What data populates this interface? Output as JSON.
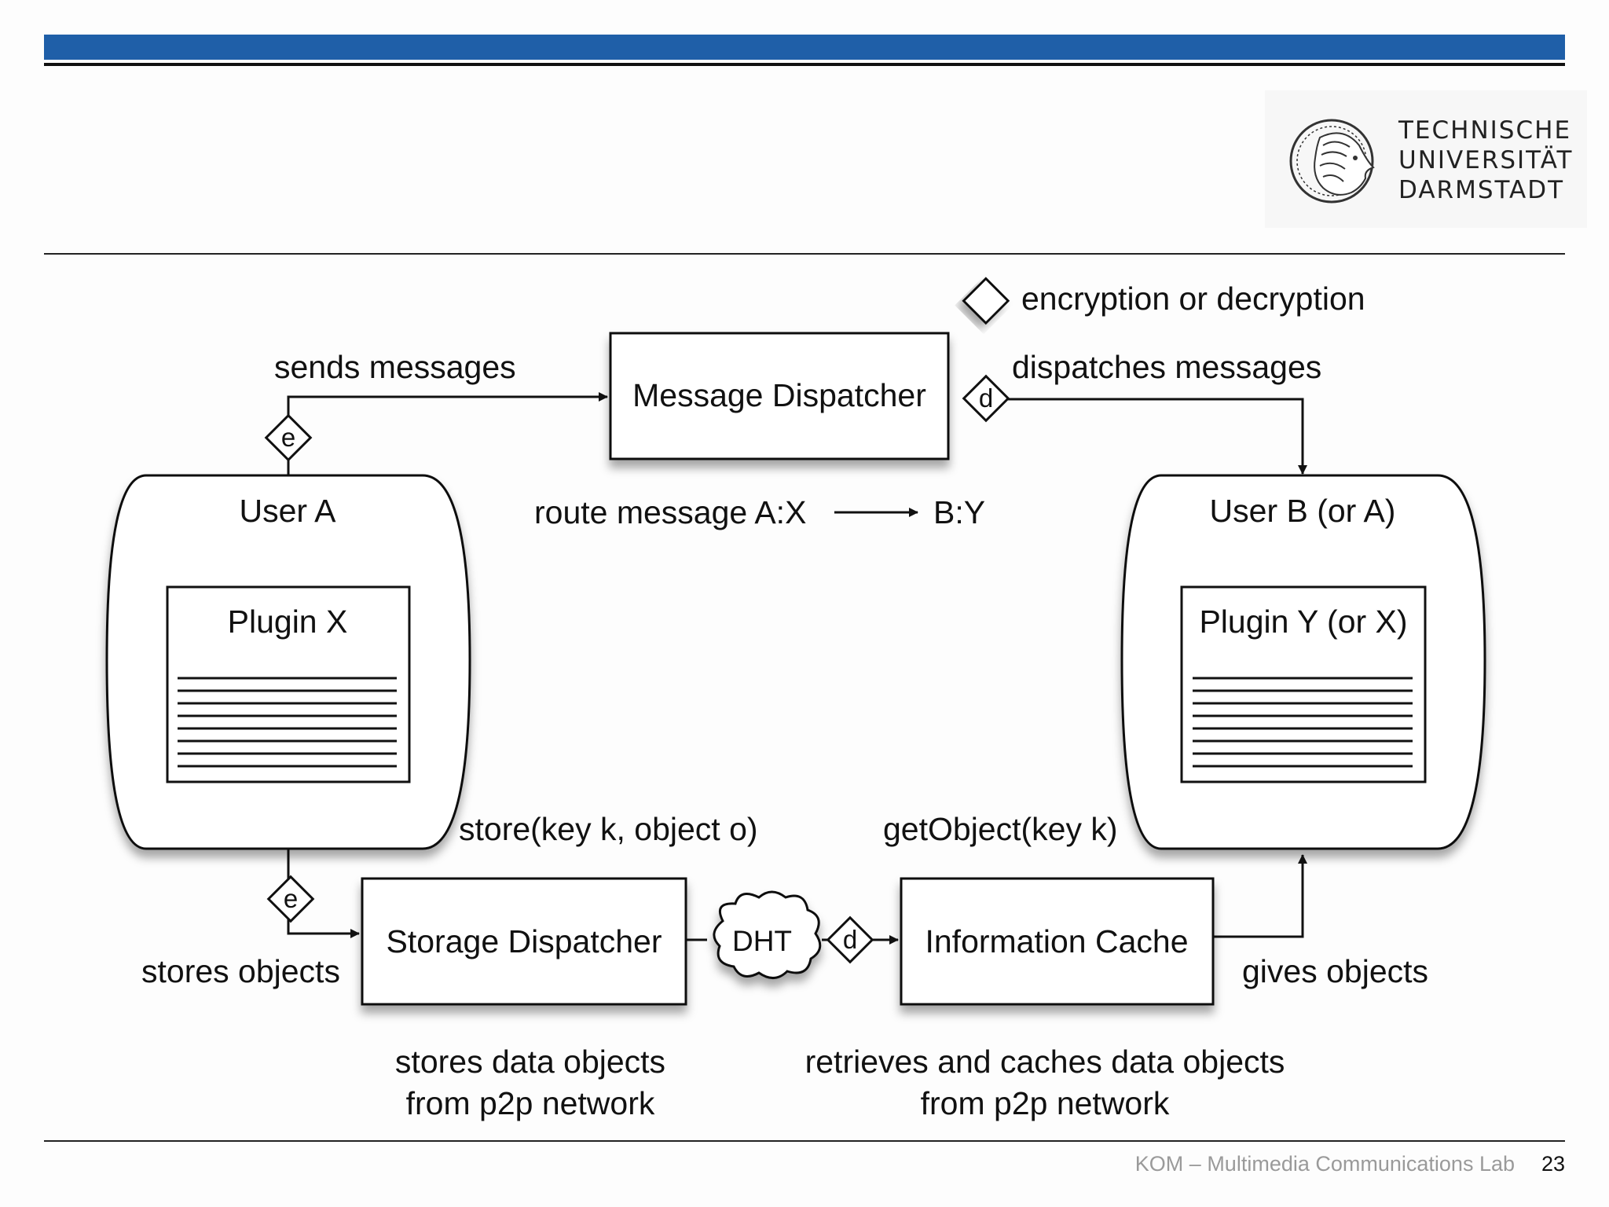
{
  "logo": {
    "line1": "TECHNISCHE",
    "line2": "UNIVERSITÄT",
    "line3": "DARMSTADT"
  },
  "legend": {
    "icon": "diamond-icon",
    "label": "encryption or decryption"
  },
  "nodes": {
    "message_dispatcher": "Message Dispatcher",
    "storage_dispatcher": "Storage Dispatcher",
    "information_cache": "Information Cache",
    "dht": "DHT",
    "user_a": "User A",
    "user_b": "User B (or A)",
    "plugin_x": "Plugin X",
    "plugin_y": "Plugin Y (or X)"
  },
  "markers": {
    "encrypt": "e",
    "decrypt": "d"
  },
  "edges": {
    "sends_messages": "sends messages",
    "dispatches_messages": "dispatches messages",
    "route_from": "route message A:X",
    "route_to": "B:Y",
    "store_call": "store(key k, object o)",
    "get_call": "getObject(key k)",
    "stores_objects": "stores objects",
    "gives_objects": "gives objects"
  },
  "captions": {
    "storage_line1": "stores data objects",
    "storage_line2": "from p2p network",
    "cache_line1": "retrieves and caches data objects",
    "cache_line2": "from p2p network"
  },
  "footer": {
    "lab": "KOM – Multimedia Communications Lab",
    "page": "23"
  }
}
